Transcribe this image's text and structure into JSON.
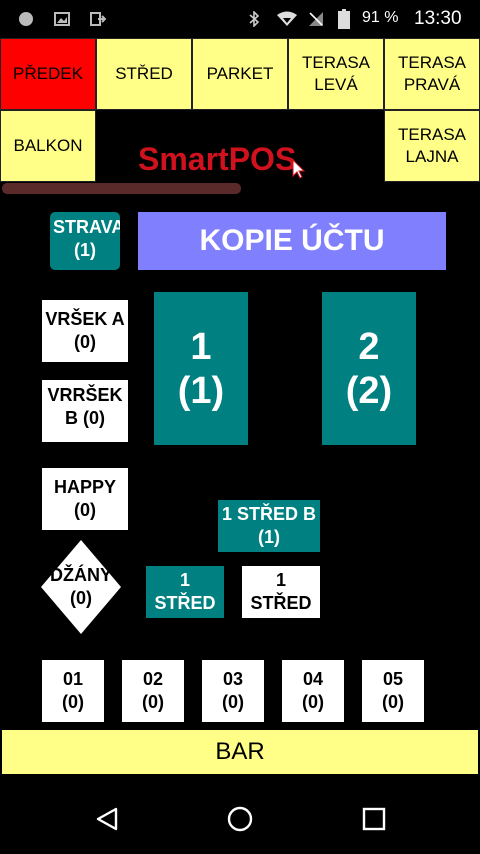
{
  "status": {
    "battery": "91 %",
    "time": "13:30"
  },
  "tabs_row1": [
    {
      "label": "PŘEDEK",
      "active": true
    },
    {
      "label": "STŘED"
    },
    {
      "label": "PARKET"
    },
    {
      "label": "TERASA LEVÁ"
    },
    {
      "label": "TERASA PRAVÁ"
    }
  ],
  "tabs_row2": {
    "balkon": "BALKON",
    "terasa_lajna": "TERASA LAJNA"
  },
  "logo": "SmartPOS",
  "colors": {
    "accent_red": "#d0121e",
    "tab_yellow": "#ffff88",
    "teal": "#008080",
    "violet": "#8080ff"
  },
  "buttons": {
    "strava": "STRAVA (1)",
    "kopie": "KOPIE ÚČTU",
    "bar": "BAR"
  },
  "tables": {
    "vrsek_a": "VRŠEK A (0)",
    "vrrsek_b": "VRRŠEK B (0)",
    "t1": "1 (1)",
    "t2": "2 (2)",
    "happy": "HAPPY (0)",
    "dzany": "DŽÁNY (0)",
    "stred_b": "1 STŘED B (1)",
    "stred_teal": "1 STŘED",
    "stred_white": "1 STŘED",
    "n01": "01 (0)",
    "n02": "02 (0)",
    "n03": "03 (0)",
    "n04": "04 (0)",
    "n05": "05 (0)"
  }
}
